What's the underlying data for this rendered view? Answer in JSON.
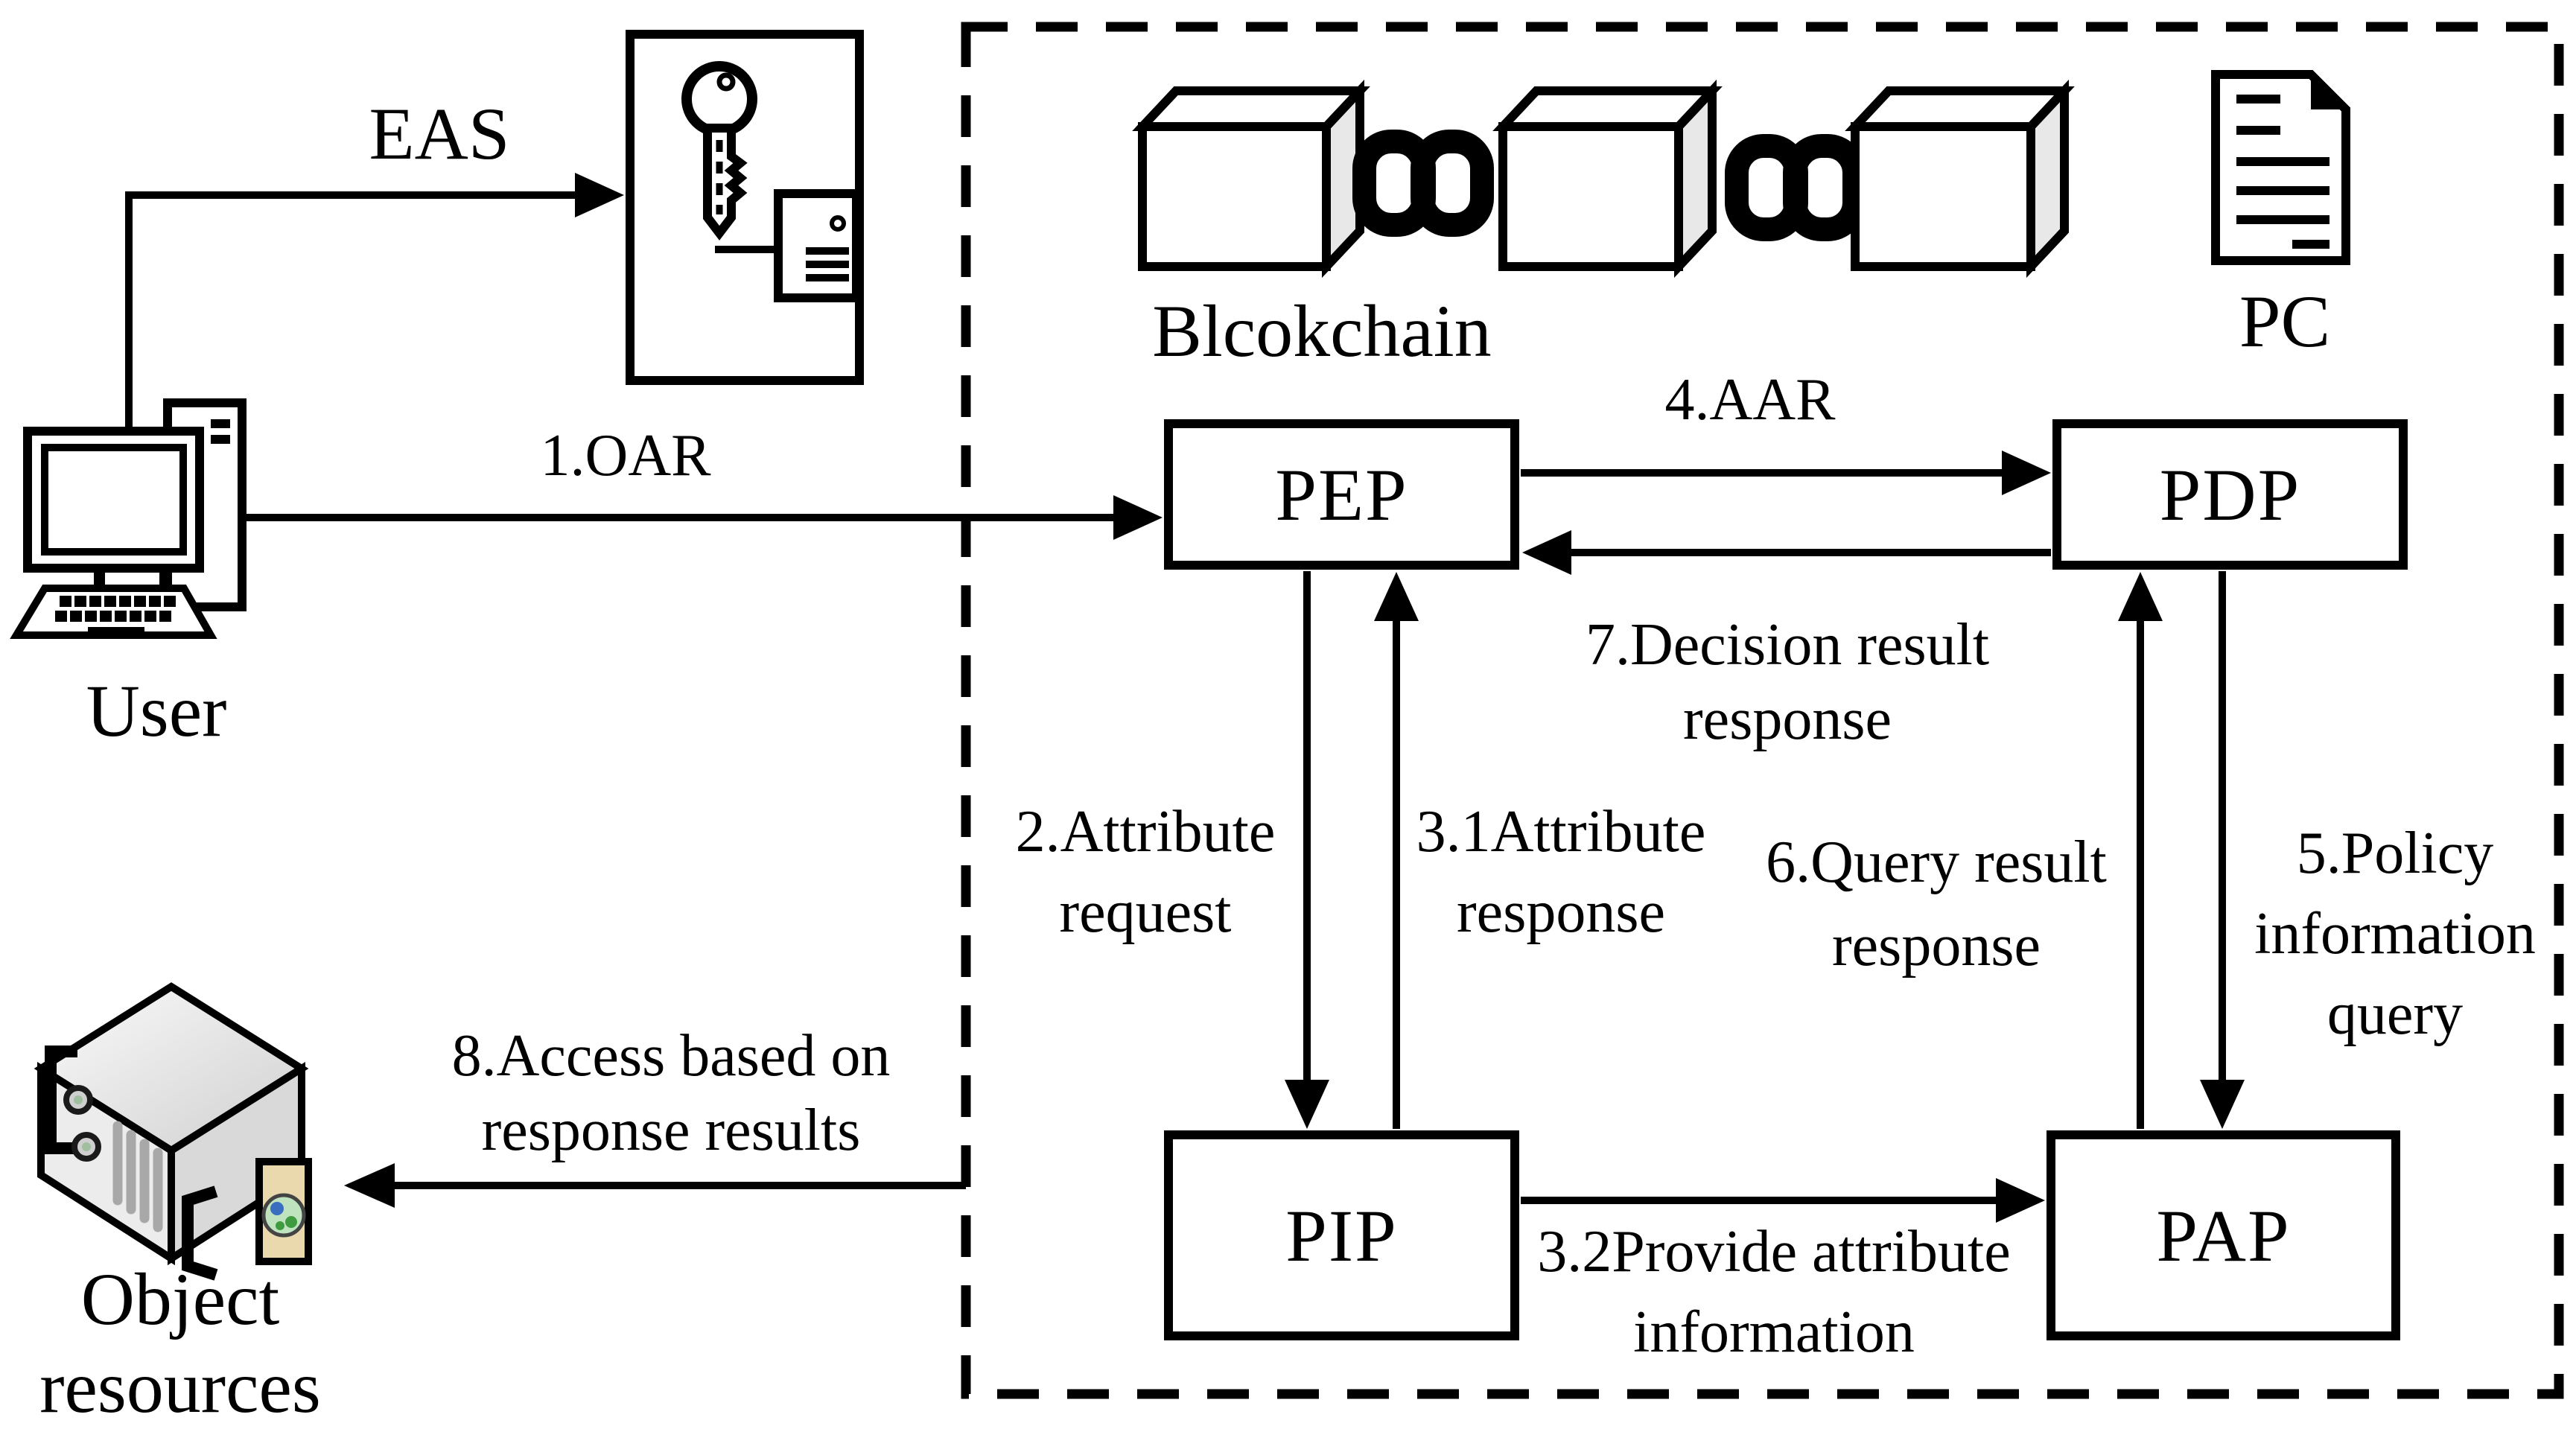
{
  "diagram": {
    "type": "access-control architecture diagram",
    "background": "#ffffff",
    "stroke_color": "#000000"
  },
  "nodes": {
    "eas": {
      "label": "EAS",
      "icon": "key-icon"
    },
    "user": {
      "label": "User",
      "icon": "desktop-computer-icon"
    },
    "object_resources": {
      "lines": [
        "Object",
        "resources"
      ],
      "icon": "server-icon"
    },
    "blockchain": {
      "label": "Blcokchain",
      "icon": "blockchain-cubes-icon"
    },
    "pc": {
      "label": "PC",
      "icon": "document-icon"
    },
    "pep": {
      "label": "PEP"
    },
    "pdp": {
      "label": "PDP"
    },
    "pip": {
      "label": "PIP"
    },
    "pap": {
      "label": "PAP"
    }
  },
  "edges": {
    "oar": {
      "label": "1.OAR",
      "from": "User",
      "to": "PEP"
    },
    "attribute_request": {
      "lines": [
        "2.Attribute",
        "request"
      ],
      "from": "PEP",
      "to": "PIP"
    },
    "attribute_response": {
      "lines": [
        "3.1Attribute",
        "response"
      ],
      "from": "PIP",
      "to": "PEP"
    },
    "provide_attribute_information": {
      "lines": [
        "3.2Provide attribute",
        "information"
      ],
      "from": "PIP",
      "to": "PAP"
    },
    "aar": {
      "label": "4.AAR",
      "from": "PEP",
      "to": "PDP"
    },
    "policy_information_query": {
      "lines": [
        "5.Policy",
        "information",
        "query"
      ],
      "from": "PDP",
      "to": "PAP"
    },
    "query_result_response": {
      "lines": [
        "6.Query result",
        "response"
      ],
      "from": "PAP",
      "to": "PDP"
    },
    "decision_result_response": {
      "lines": [
        "7.Decision result",
        "response"
      ],
      "from": "PDP",
      "to": "PEP"
    },
    "access_based_on_response": {
      "lines": [
        "8.Access based on",
        "response results"
      ],
      "from": "boundary",
      "to": "Object resources"
    },
    "user_to_eas": {
      "label": "",
      "from": "User",
      "to": "EAS"
    }
  },
  "icons": {
    "eas": "key-icon",
    "user": "desktop-computer-icon",
    "blockchain": "blockchain-cubes-icon",
    "chain": "chain-link-icon",
    "pc": "document-icon",
    "object_resources": "server-icon"
  },
  "colors": {
    "background": "#ffffff",
    "stroke": "#000000",
    "cube_side": "#e8e8e8",
    "server_top": "#f2f2f2",
    "server_left": "#ececec",
    "server_right": "#d9d9d9",
    "server_ridge": "#a8a8a8",
    "floppy_tan": "#e9d9ad",
    "globe_green": "#3f9b3f",
    "globe_blue": "#3a6ebf"
  }
}
